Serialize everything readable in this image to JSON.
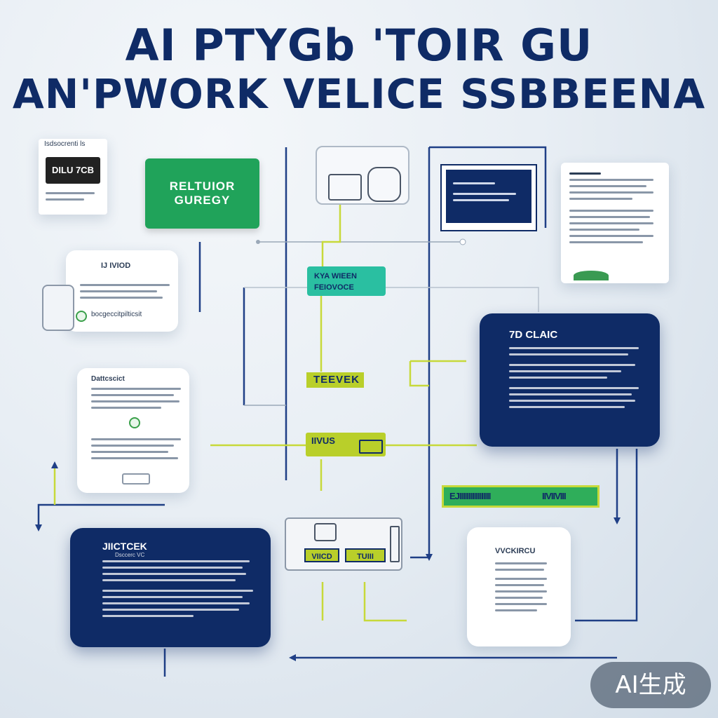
{
  "title": {
    "line1": "AI  PTYGb 'TOIR GU",
    "line2": "AN'PWORK VELICE SSBBEENA"
  },
  "nodes": {
    "top_left_panel": {
      "header": "Isdsocrenti ls",
      "badge": "DILU 7CB"
    },
    "green_box": {
      "line1": "RELTUIOR",
      "line2": "GUREGY"
    },
    "left_card": {
      "title": "IJ IVIOD",
      "footer": "bocgeccitpilticsit"
    },
    "teal_box": {
      "line1": "KYA WIEEN",
      "line2": "FEIOVOCE"
    },
    "left_mid_card": {
      "title": "Dattcscict"
    },
    "lime_tag_1": {
      "label": "TEEVEK"
    },
    "lime_tag_2": {
      "label": "IIVUS"
    },
    "navy_right": {
      "title": "7D CLAIC"
    },
    "green_bar": {
      "left": "EJIIIIIIIIIIIIIIIII",
      "right": "IIVIIVIII"
    },
    "navy_bottom_left": {
      "title": "JIICTCEK",
      "subtitle": "Dsccerc VC"
    },
    "device_buttons": {
      "btn1": "VIICD",
      "btn2": "TUIII"
    },
    "right_bottom_card": {
      "title": "VVCKIRCU"
    }
  },
  "watermark": "AI生成"
}
